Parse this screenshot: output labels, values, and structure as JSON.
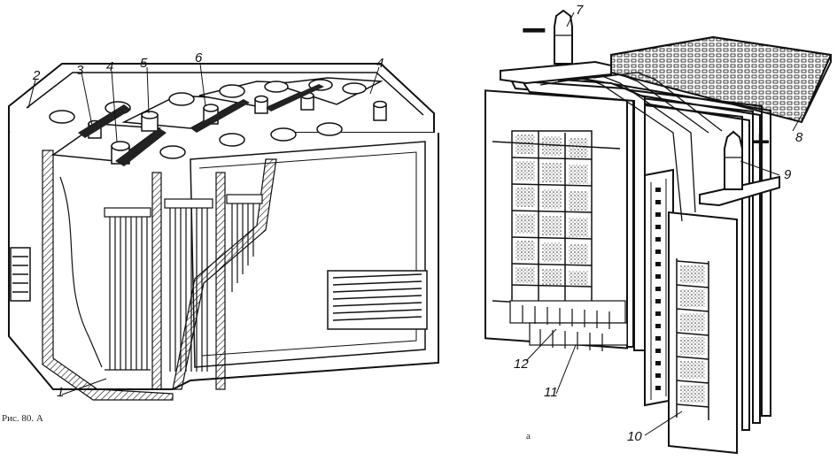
{
  "callouts": {
    "c1": "1",
    "c2": "2",
    "c3": "3",
    "c4a": "4",
    "c5": "5",
    "c6": "6",
    "c4b": "4",
    "c7": "7",
    "c8": "8",
    "c9": "9",
    "c10": "10",
    "c11": "11",
    "c12": "12"
  },
  "signs": {
    "negative": "−",
    "positive": "+"
  },
  "captions": {
    "figure_fragment": "Рис. 80. А",
    "part_a": "а"
  }
}
